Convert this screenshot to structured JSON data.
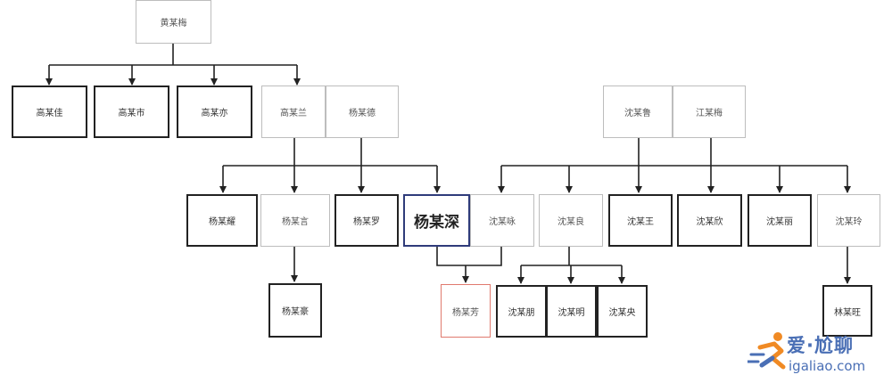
{
  "diagram": {
    "nodes": {
      "gm": "黄某梅",
      "g1": "高某佳",
      "g2": "高某市",
      "g3": "高某亦",
      "g4": "高某兰",
      "y_dad": "杨某德",
      "s_dad": "沈某鲁",
      "s_mom": "江某梅",
      "y1": "杨某耀",
      "y2": "杨某言",
      "y3": "杨某罗",
      "ys": "杨某深",
      "sw": "沈某咏",
      "sl": "沈某良",
      "s2": "沈某王",
      "s3": "沈某欣",
      "s4": "沈某丽",
      "s5": "沈某玲",
      "yh": "杨某豪",
      "yf": "杨某芳",
      "sp": "沈某朋",
      "sh": "沈某明",
      "sy": "沈某央",
      "lin": "林某旺"
    }
  },
  "watermark": {
    "title": "爱·尬聊",
    "url": "igaliao.com",
    "colors": {
      "blue": "#4a6fb5",
      "orange": "#f08a24"
    }
  }
}
